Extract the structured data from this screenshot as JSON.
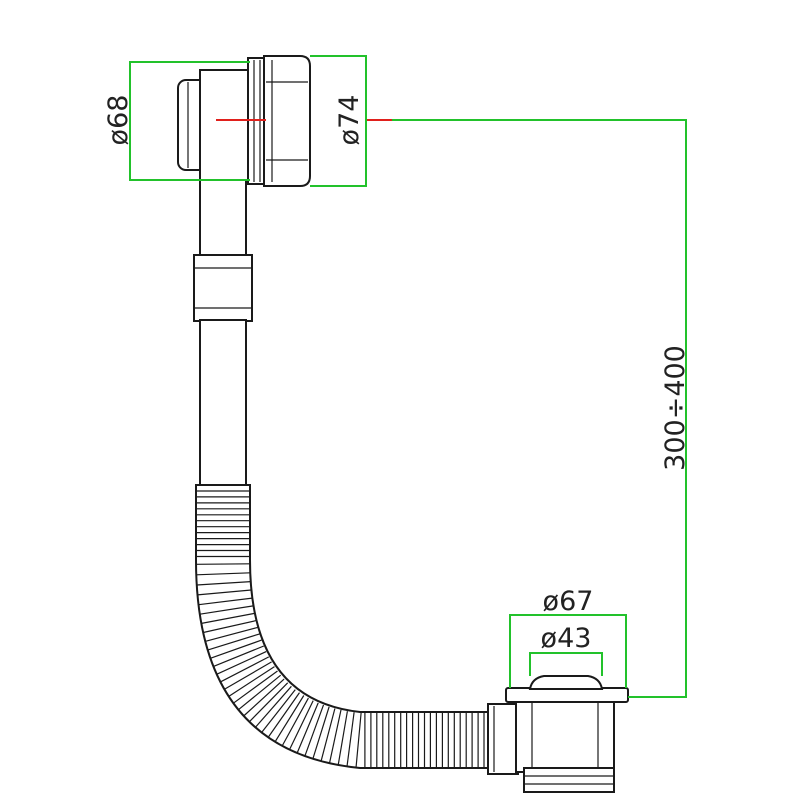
{
  "dimensions": {
    "overflow_outer_diameter": "ø68",
    "overflow_cap_diameter": "ø74",
    "height_range": "300÷400",
    "drain_flange_diameter": "ø67",
    "drain_plug_diameter": "ø43"
  },
  "colors": {
    "dimension_line": "#22c22b",
    "center_mark": "#e0201c",
    "outline": "#1a1a1a",
    "background": "#ffffff"
  }
}
